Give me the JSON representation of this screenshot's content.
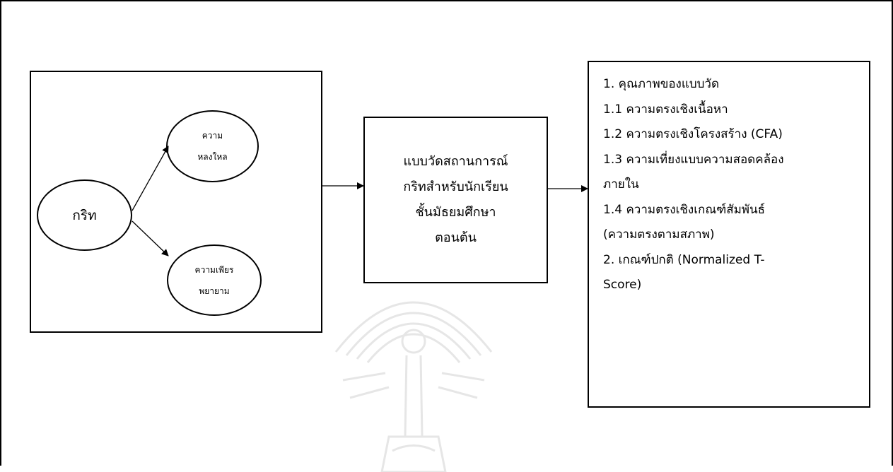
{
  "diagram": {
    "root_node": {
      "label": "กริท"
    },
    "sub_nodes": [
      {
        "lines": [
          "ความ",
          "หลงใหล"
        ]
      },
      {
        "lines": [
          "ความเพียร",
          "พยายาม"
        ]
      }
    ],
    "middle_box": {
      "lines": [
        "แบบวัดสถานการณ์",
        "กริทสำหรับนักเรียน",
        "ชั้นมัธยมศึกษา",
        "ตอนต้น"
      ]
    },
    "result_box": {
      "lines": [
        "1. คุณภาพของแบบวัด",
        "1.1 ความตรงเชิงเนื้อหา",
        "1.2 ความตรงเชิงโครงสร้าง (CFA)",
        "1.3 ความเที่ยงแบบความสอดคล้อง",
        "ภายใน",
        "1.4 ความตรงเชิงเกณฑ์สัมพันธ์",
        "(ความตรงตามสภาพ)",
        "2. เกณฑ์ปกติ (Normalized T-",
        "Score)"
      ]
    }
  }
}
